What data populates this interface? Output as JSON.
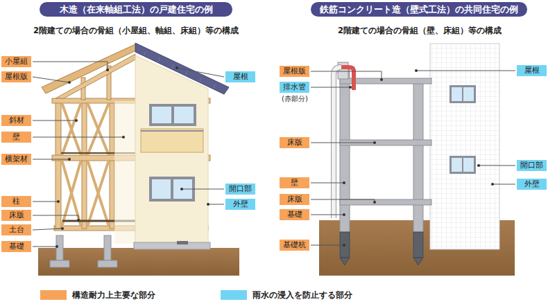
{
  "diagram": {
    "nodes": [
      {
        "text": [
          "木造（在来軸組工法）の戸建住宅の例"
        ]
      },
      {
        "text": [
          "鉄筋コンクリート造（壁式工法）の共同住宅の例"
        ]
      },
      {
        "text": [
          "小屋組"
        ]
      },
      {
        "text": [
          "屋根版"
        ]
      },
      {
        "text": [
          "斜材"
        ]
      },
      {
        "text": [
          "壁"
        ]
      },
      {
        "text": [
          "横架材"
        ]
      },
      {
        "text": [
          "柱"
        ]
      },
      {
        "text": [
          "床版"
        ]
      },
      {
        "text": [
          "土台"
        ]
      },
      {
        "text": [
          "基礎"
        ]
      },
      {
        "text": [
          "屋根"
        ]
      },
      {
        "text": [
          "開口部"
        ]
      },
      {
        "text": [
          "外壁"
        ]
      },
      {
        "text": [
          "屋根版"
        ]
      },
      {
        "text": [
          "排水管"
        ]
      },
      {
        "text": [
          "床版"
        ]
      },
      {
        "text": [
          "壁"
        ]
      },
      {
        "text": [
          "床版"
        ]
      },
      {
        "text": [
          "基礎"
        ]
      },
      {
        "text": [
          "基礎杭"
        ]
      },
      {
        "text": [
          "屋根"
        ]
      },
      {
        "text": [
          "開口部"
        ]
      },
      {
        "text": [
          "外壁"
        ]
      }
    ],
    "labels": [
      "2階建ての場合の骨組（小屋組、軸組、床組）等の構成",
      "2階建ての場合の骨組（壁、床組）等の構成",
      "(赤部分)"
    ],
    "legend": [
      {
        "text": "構造耐力上主要な部分",
        "color": "#f7a45a"
      },
      {
        "text": "雨水の浸入を防止する部分",
        "color": "#72d4f3"
      }
    ]
  }
}
